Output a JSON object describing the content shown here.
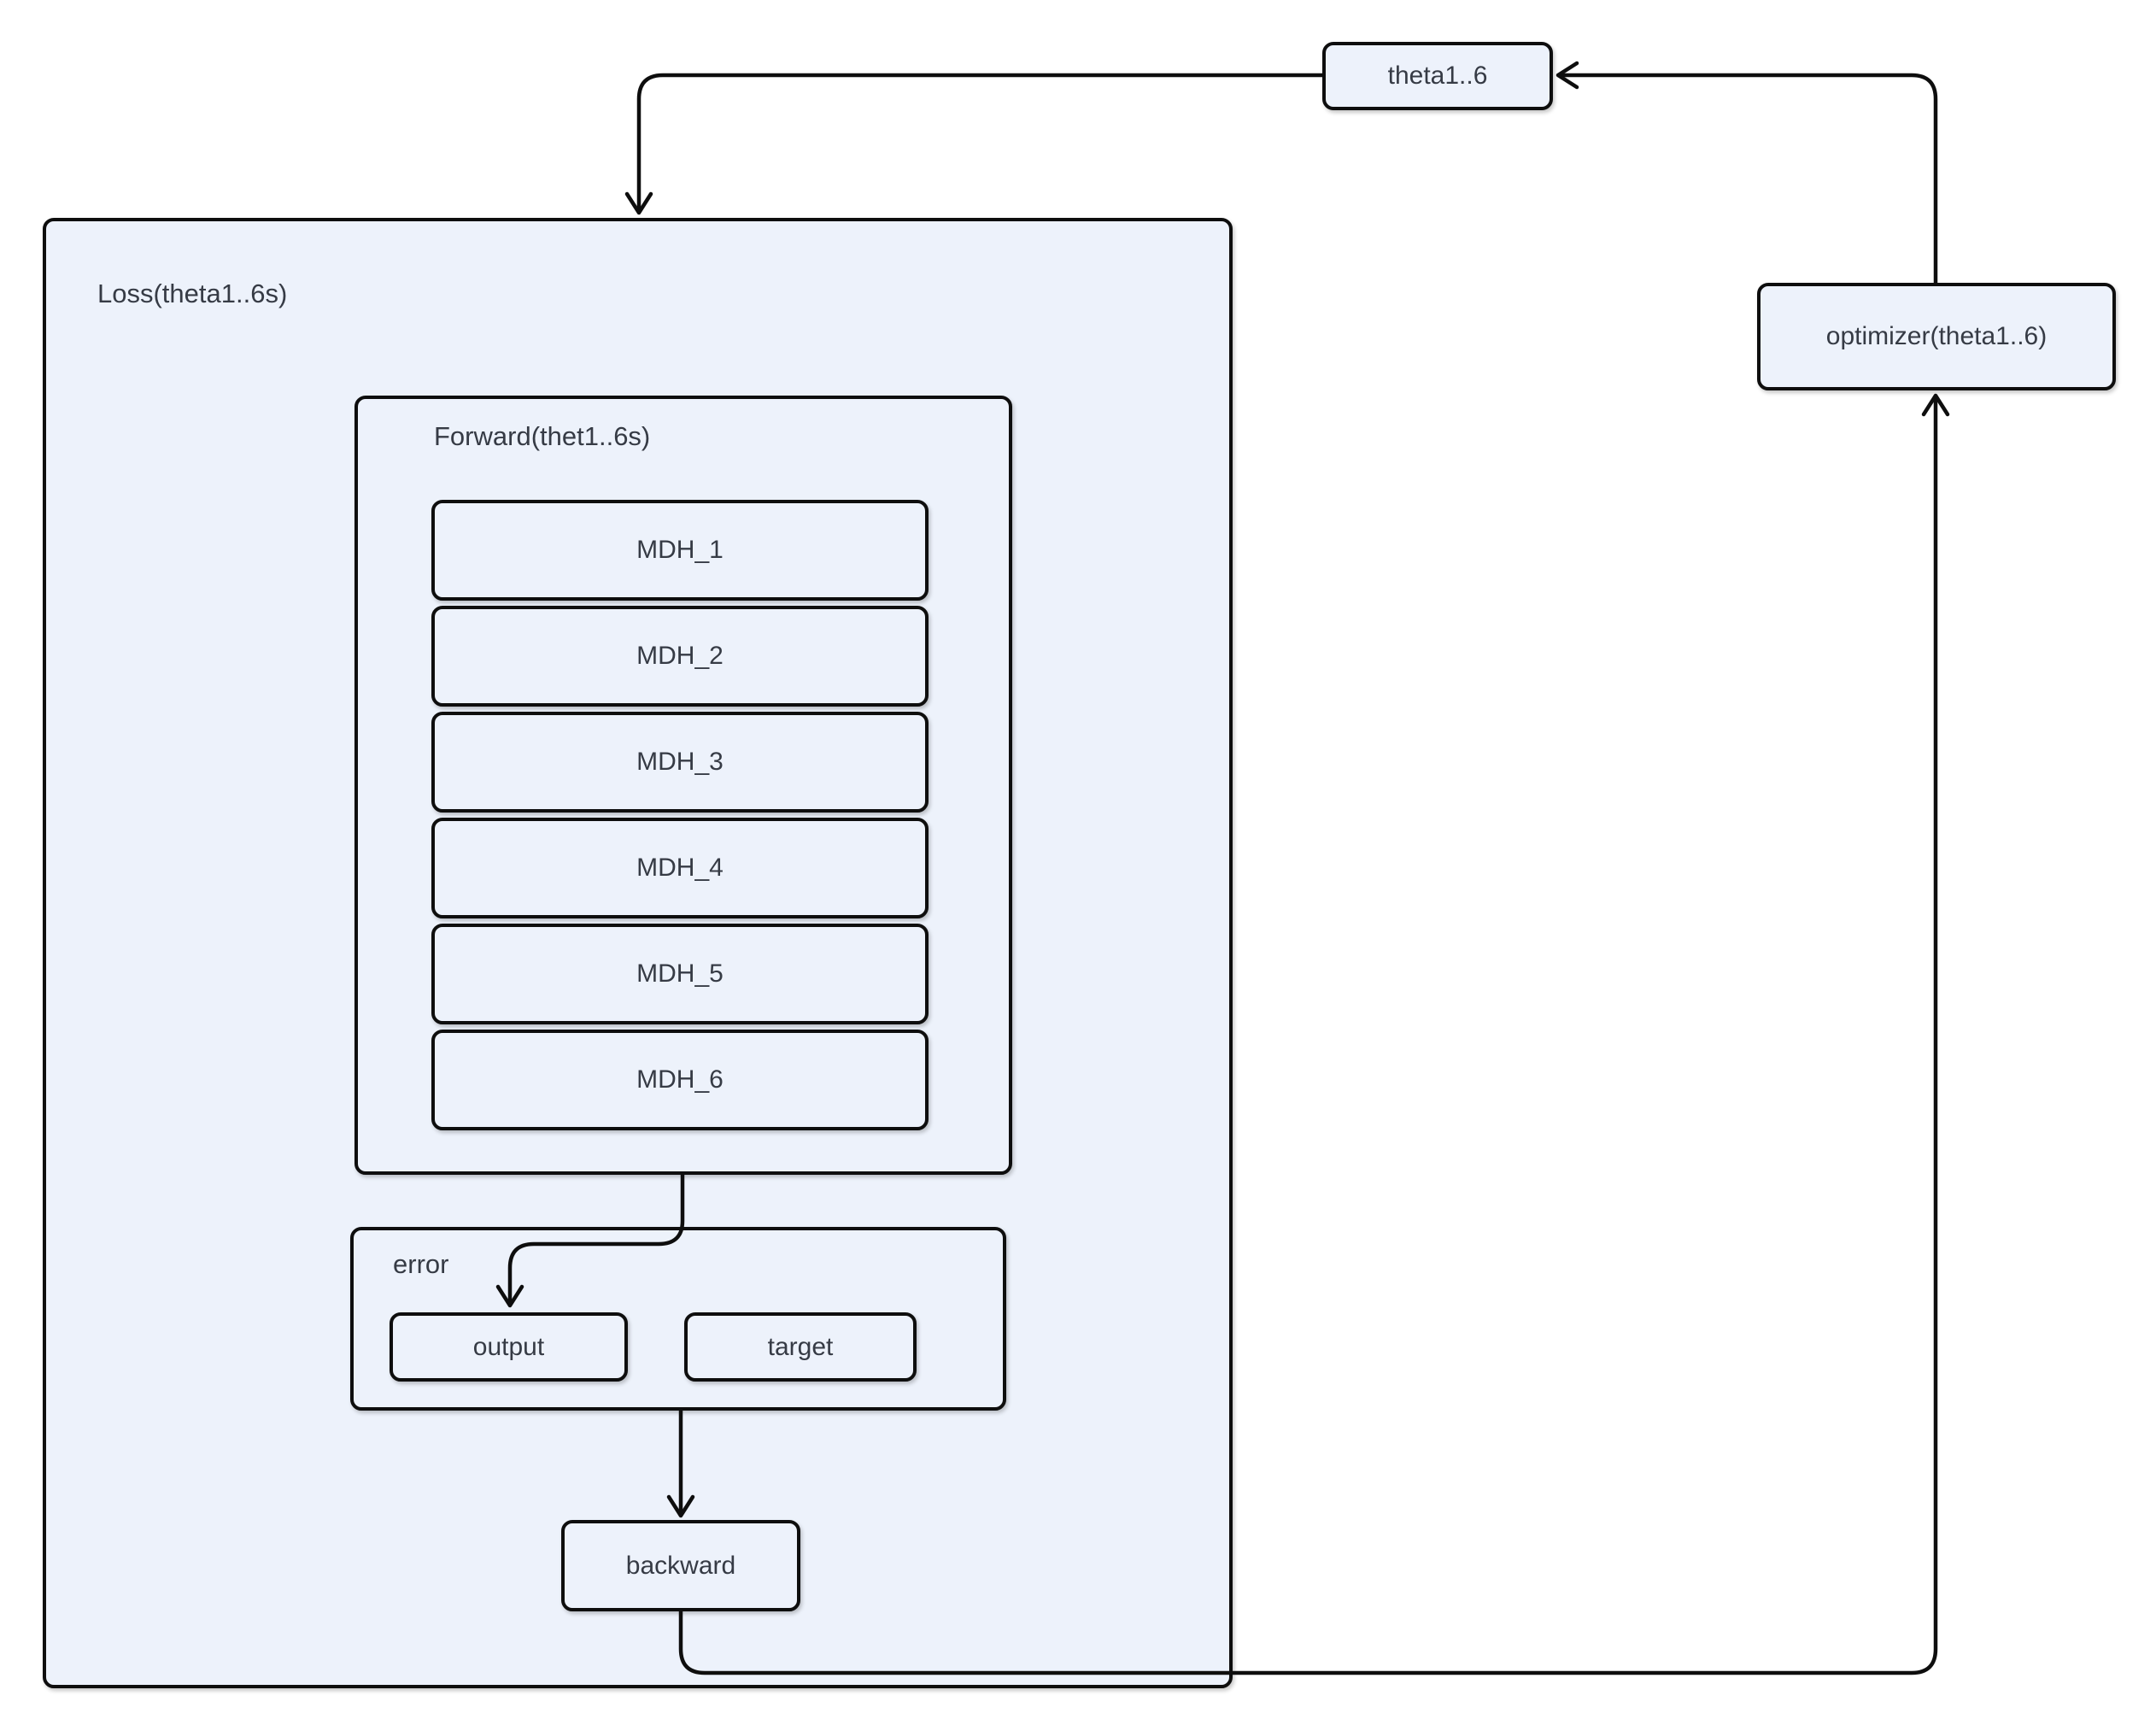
{
  "diagram_type": "flow-diagram",
  "palette": {
    "background": "#ffffff",
    "node_fill": "#edf2fb",
    "line_color": "#0e0e0e",
    "text_color": "#363b45"
  },
  "nodes": {
    "theta": {
      "label": "theta1..6"
    },
    "optimizer": {
      "label": "optimizer(theta1..6)"
    },
    "loss": {
      "label": "Loss(theta1..6s)"
    },
    "forward": {
      "label": "Forward(thet1..6s)"
    },
    "mdh_layers": [
      "MDH_1",
      "MDH_2",
      "MDH_3",
      "MDH_4",
      "MDH_5",
      "MDH_6"
    ],
    "error": {
      "label": "error"
    },
    "output": {
      "label": "output"
    },
    "target": {
      "label": "target"
    },
    "backward": {
      "label": "backward"
    }
  },
  "edges": [
    {
      "from": "theta1..6",
      "to": "Loss(theta1..6s)",
      "arrow": "into-top-of-loss"
    },
    {
      "from": "Forward(thet1..6s)",
      "to": "output",
      "arrow": "into-top-of-output"
    },
    {
      "from": "error",
      "to": "backward",
      "arrow": "into-top-of-backward"
    },
    {
      "from": "backward",
      "to": "optimizer(theta1..6)",
      "arrow": "into-bottom-of-optimizer"
    },
    {
      "from": "optimizer(theta1..6)",
      "to": "theta1..6",
      "arrow": "into-right-of-theta"
    }
  ]
}
